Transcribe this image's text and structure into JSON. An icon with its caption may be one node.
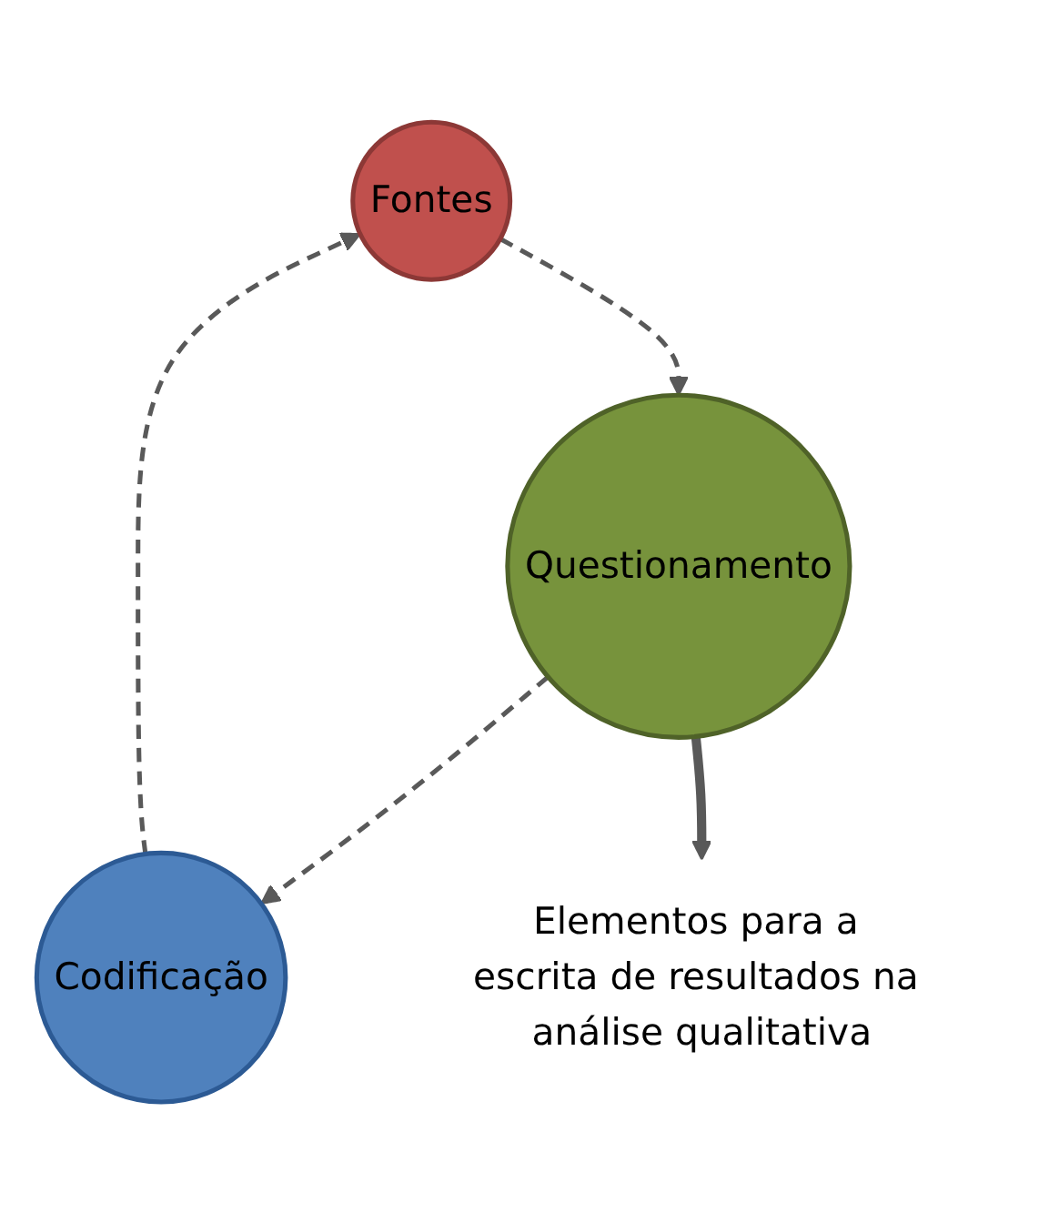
{
  "diagram": {
    "nodes": [
      {
        "text": [
          "Fontes"
        ]
      },
      {
        "text": [
          "Codificação"
        ]
      },
      {
        "text": [
          "Questionamento"
        ]
      },
      {
        "text": [
          "Elementos para a escrita de resultados na análise qualitativa"
        ]
      }
    ],
    "edges": [
      {
        "from": 1,
        "to": 0,
        "arrow": "to",
        "style": "dashed"
      },
      {
        "from": 2,
        "to": 1,
        "arrow": "to",
        "style": "dashed"
      },
      {
        "from": 0,
        "to": 2,
        "arrow": "to",
        "style": "dashed"
      },
      {
        "from": 2,
        "to": 3,
        "arrow": "to",
        "style": "thick"
      }
    ]
  }
}
